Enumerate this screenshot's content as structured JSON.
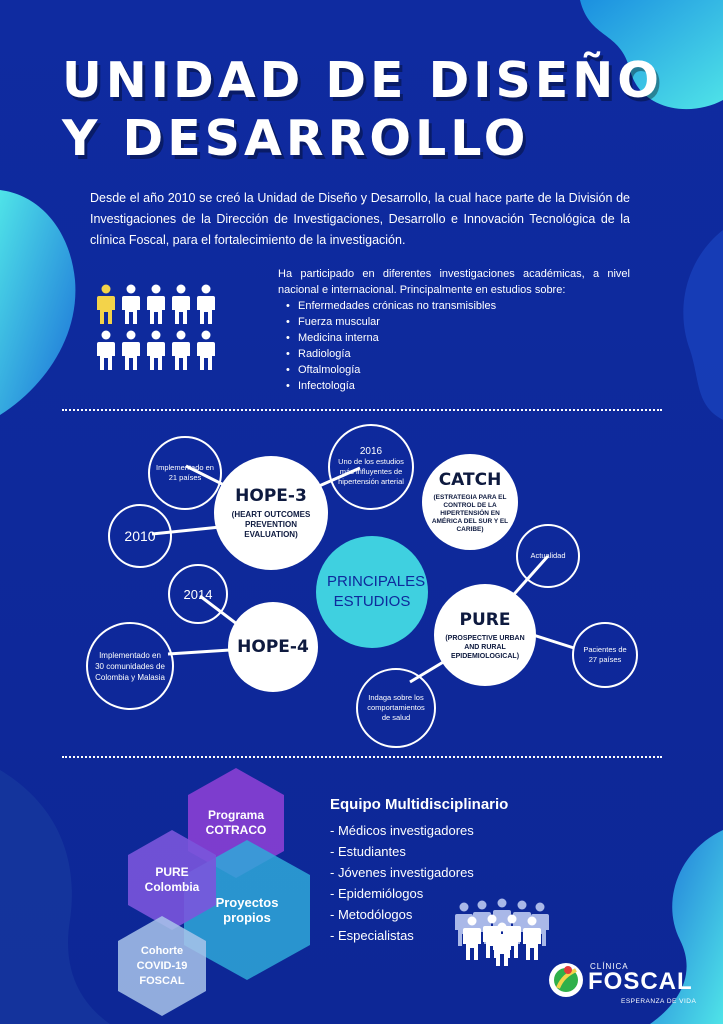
{
  "header": {
    "title_line1": "UNIDAD DE DISEÑO",
    "title_line2": "Y DESARROLLO"
  },
  "intro": "Desde el año 2010 se creó la Unidad de Diseño y Desarrollo, la cual hace parte de la División de Investigaciones de la Dirección de Investigaciones, Desarrollo e Innovación Tecnológica de la clínica Foscal, para el fortalecimiento de la investigación.",
  "participation": {
    "text": "Ha participado en diferentes investigaciones académicas, a nivel nacional e internacional. Principalmente  en estudios sobre:",
    "items": [
      "Enfermedades crónicas no transmisibles",
      "Fuerza muscular",
      "Medicina interna",
      "Radiología",
      "Oftalmología",
      "Infectología"
    ]
  },
  "studies": {
    "center": "PRINCIPALES ESTUDIOS",
    "hope3": {
      "name": "HOPE-3",
      "full": "(HEART OUTCOMES PREVENTION EVALUATION)"
    },
    "hope3_countries": "Implementado en 21 países",
    "hope3_year": "2010",
    "hope3_2016": {
      "year": "2016",
      "text": "Uno de los estudios más influyentes de hipertensión arterial"
    },
    "catch": {
      "name": "CATCH",
      "full": "(ESTRATEGIA PARA EL CONTROL DE LA HIPERTENSIÓN EN AMÉRICA DEL SUR Y EL CARIBE)"
    },
    "hope4": {
      "name": "HOPE-4"
    },
    "hope4_year": "2014",
    "hope4_impl": "Implementado en 30 comunidades de Colombia y Malasia",
    "pure": {
      "name": "PURE",
      "full": "(PROSPECTIVE URBAN AND RURAL EPIDEMIOLOGICAL)"
    },
    "pure_now": "Actualidad",
    "pure_countries": "Pacientes de 27 países",
    "pure_behaviour": "Indaga sobre los comportamientos de salud"
  },
  "hexagons": {
    "cotraco": "Programa COTRACO",
    "pure_col": "PURE Colombia",
    "propios": "Proyectos propios",
    "cohorte": "Cohorte COVID-19 FOSCAL"
  },
  "team": {
    "title": "Equipo Multidisciplinario",
    "members": [
      "- Médicos investigadores",
      "- Estudiantes",
      "- Jóvenes investigadores",
      "- Epidemiólogos",
      "- Metodólogos",
      "- Especialistas"
    ]
  },
  "logo": {
    "small": "CLÍNICA",
    "big": "FOSCAL",
    "tagline": "ESPERANZA DE VIDA"
  },
  "colors": {
    "background": "#0f2a9c",
    "accent": "#3fd0e0",
    "highlight_person": "#f3d34a"
  }
}
